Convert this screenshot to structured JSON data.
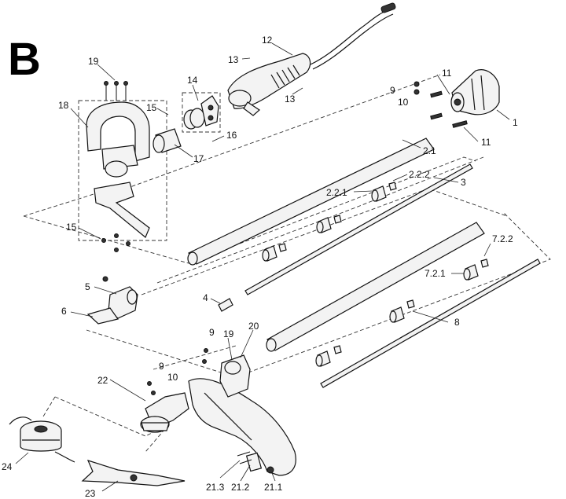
{
  "section_letter": "B",
  "labels": {
    "p1": "1",
    "p2_1": "2.1",
    "p2_2_1": "2.2.1",
    "p2_2_2": "2.2.2",
    "p3": "3",
    "p4": "4",
    "p5": "5",
    "p6": "6",
    "p7_2_1": "7.2.1",
    "p7_2_2": "7.2.2",
    "p8": "8",
    "p9a": "9",
    "p9b": "9",
    "p9c": "9",
    "p10a": "10",
    "p10b": "10",
    "p11a": "11",
    "p11b": "11",
    "p12": "12",
    "p13a": "13",
    "p13b": "13",
    "p14": "14",
    "p15a": "15",
    "p15b": "15",
    "p16": "16",
    "p17": "17",
    "p18": "18",
    "p19a": "19",
    "p19b": "19",
    "p20": "20",
    "p21_1": "21.1",
    "p21_2": "21.2",
    "p21_3": "21.3",
    "p22": "22",
    "p23": "23",
    "p24": "24"
  }
}
